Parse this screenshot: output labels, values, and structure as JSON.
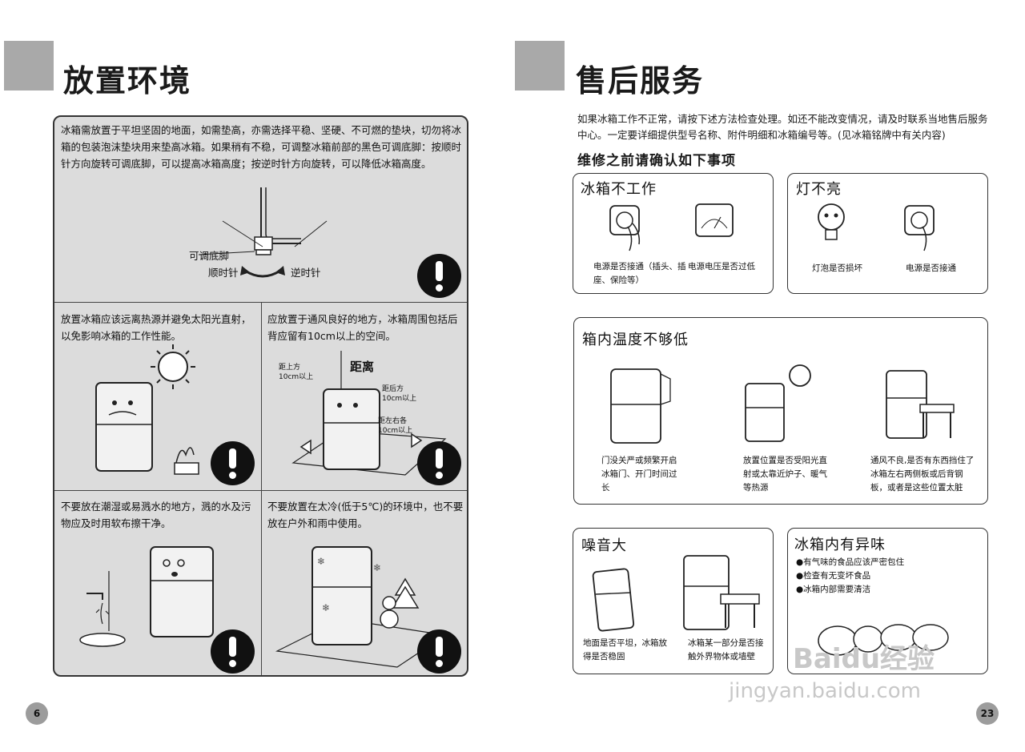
{
  "left": {
    "title": "放置环境",
    "top_text": "冰箱需放置于平坦坚固的地面，如需垫高，亦需选择平稳、坚硬、不可燃的垫块，切勿将冰箱的包装泡沫垫块用来垫高冰箱。如果稍有不稳，可调整冰箱前部的黑色可调底脚：按顺时针方向旋转可调底脚，可以提高冰箱高度；按逆时针方向旋转，可以降低冰箱高度。",
    "foot_label": "可调底脚",
    "clockwise": "顺时针",
    "counterclockwise": "逆时针",
    "mid_left_text": "放置冰箱应该远离热源并避免太阳光直射，以免影响冰箱的工作性能。",
    "mid_right_text": "应放置于通风良好的地方，冰箱周围包括后背应留有10cm以上的空间。",
    "dist_title": "距离",
    "dist_top": "距上方\n10cm以上",
    "dist_back": "距后方\n10cm以上",
    "dist_side": "距左右各\n10cm以上",
    "bot_left_text": "不要放在潮湿或易溅水的地方，溅的水及污物应及时用软布擦干净。",
    "bot_right_text": "不要放置在太冷(低于5℃)的环境中，也不要放在户外和雨中使用。",
    "page_number": "6"
  },
  "right": {
    "title": "售后服务",
    "intro": "如果冰箱工作不正常，请按下述方法检查处理。如还不能改变情况，请及时联系当地售后服务中心。一定要详细提供型号名称、附件明细和冰箱编号等。(见冰箱铭牌中有关内容)",
    "subtitle": "维修之前请确认如下事项",
    "box1": {
      "title": "冰箱不工作",
      "cap1": "电源是否接通（插头、插座、保险等）",
      "cap2": "电源电压是否过低"
    },
    "box2": {
      "title": "灯不亮",
      "cap1": "灯泡是否损坏",
      "cap2": "电源是否接通"
    },
    "box3": {
      "title": "箱内温度不够低",
      "cap1": "门没关严或频繁开启冰箱门、开门时间过长",
      "cap2": "放置位置是否受阳光直射或太靠近炉子、暖气等热源",
      "cap3": "通风不良,是否有东西挡住了冰箱左右两侧板或后背钢板，或者是这些位置太脏"
    },
    "box4": {
      "title": "噪音大",
      "cap1": "地面是否平坦，冰箱放得是否稳固",
      "cap2": "冰箱某一部分是否接触外界物体或墙壁"
    },
    "box5": {
      "title": "冰箱内有异味",
      "items": [
        "●有气味的食品应该严密包住",
        "●检查有无变坏食品",
        "●冰箱内部需要清洁"
      ]
    },
    "page_number": "23"
  },
  "watermark": {
    "logo": "Baidu经验",
    "url": "jingyan.baidu.com"
  },
  "colors": {
    "panel_bg": "#dcdcdc",
    "heading_square": "#a9a9a9",
    "warning_circle": "#111111"
  }
}
